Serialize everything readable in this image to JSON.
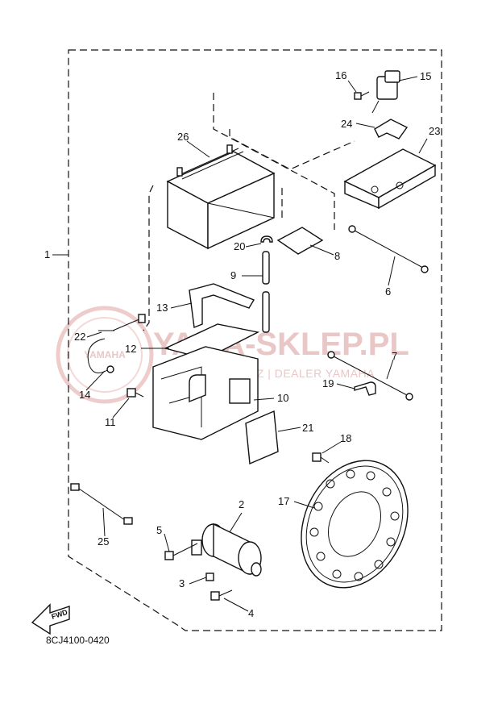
{
  "diagram_code": "8CJ4100-0420",
  "fwd_label": "FWD",
  "watermark": {
    "main": "YAMA-SKLEP.PL",
    "sub": "WOJCIECHOWICZ | DEALER YAMAHA",
    "logo": "YAMAHA"
  },
  "callouts": [
    "1",
    "2",
    "3",
    "4",
    "5",
    "6",
    "7",
    "8",
    "9",
    "10",
    "11",
    "12",
    "13",
    "14",
    "15",
    "16",
    "17",
    "18",
    "19",
    "20",
    "21",
    "22",
    "23",
    "24",
    "25",
    "26"
  ]
}
